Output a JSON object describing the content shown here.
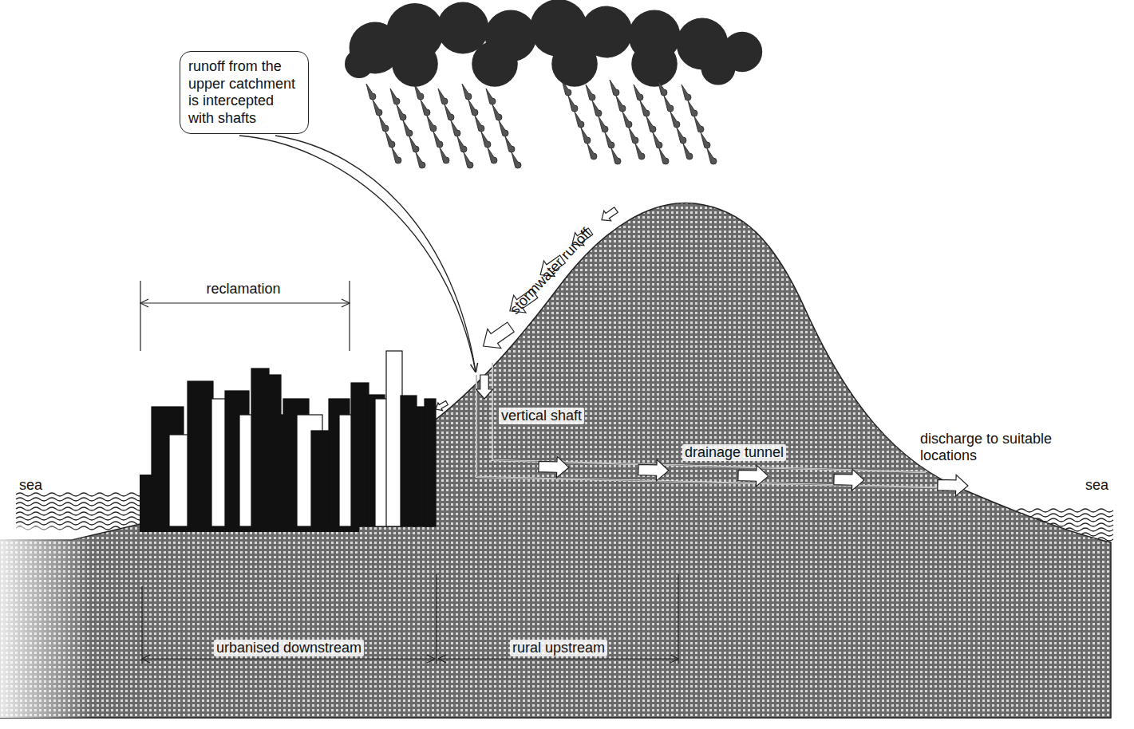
{
  "diagram": {
    "nodes": [
      {
        "text": [
          "runoff from the upper catchment is intercepted with shafts"
        ]
      }
    ],
    "edges": [],
    "labels": [
      "reclamation",
      "stormwater runoff",
      "vertical shaft",
      "drainage tunnel",
      "discharge to suitable locations",
      "sea",
      "sea",
      "urbanised downstream",
      "rural upstream"
    ]
  }
}
